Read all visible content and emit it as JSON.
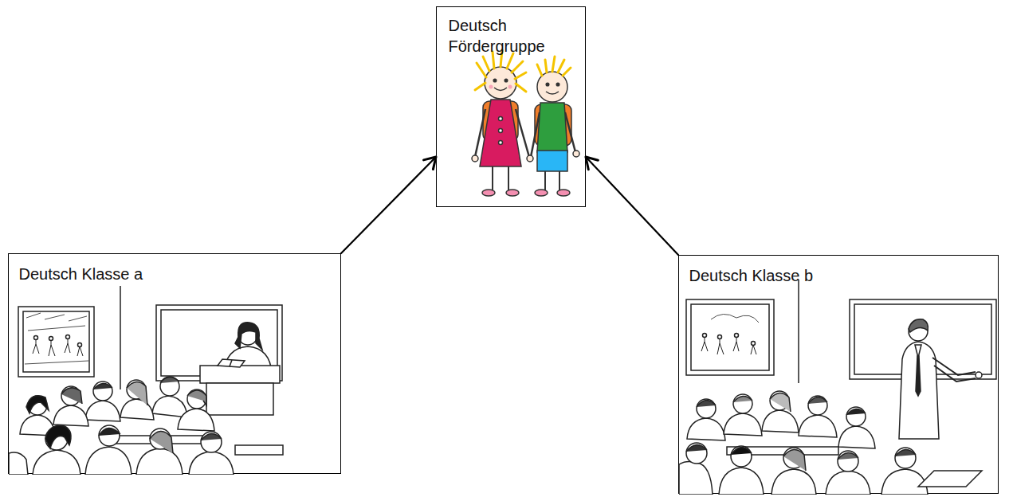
{
  "diagram": {
    "nodes": [
      {
        "text": [
          "Deutsch Fördergruppe"
        ]
      },
      {
        "text": [
          "Deutsch Klasse a"
        ]
      },
      {
        "text": [
          "Deutsch Klasse b"
        ]
      }
    ],
    "edges": [
      {
        "from": 1,
        "to": 0,
        "arrow": "to"
      },
      {
        "from": 2,
        "to": 0,
        "arrow": "to"
      }
    ]
  }
}
